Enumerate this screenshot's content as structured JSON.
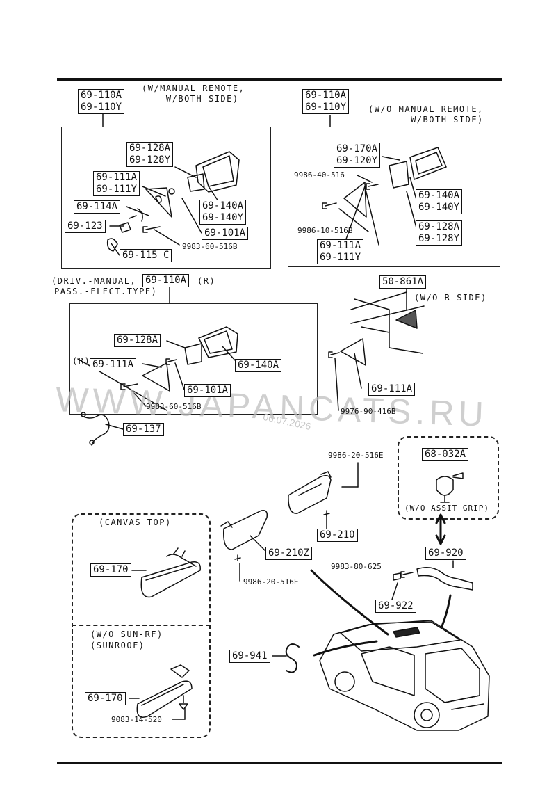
{
  "watermark": {
    "text": "WWW.JAPANCATS.RU",
    "date": "06.07.2026"
  },
  "sections": {
    "manual_remote": {
      "parts": [
        "69-110A",
        "69-110Y"
      ],
      "note": "(W/MANUAL REMOTE,\n    W/BOTH SIDE)",
      "callouts": {
        "c128": [
          "69-128A",
          "69-128Y"
        ],
        "c111": [
          "69-111A",
          "69-111Y"
        ],
        "c114": "69-114A",
        "c123": "69-123",
        "c140": [
          "69-140A",
          "69-140Y"
        ],
        "c101": "69-101A",
        "c115": "69-115 C",
        "screw": "9983-60-516B"
      }
    },
    "wo_manual_remote": {
      "parts": [
        "69-110A",
        "69-110Y"
      ],
      "note": "(W/O MANUAL REMOTE,\n       W/BOTH SIDE)",
      "callouts": {
        "c170": [
          "69-170A",
          "69-120Y"
        ],
        "screw1": "9986-40-516",
        "c140": [
          "69-140A",
          "69-140Y"
        ],
        "screw2": "9986-10-516B",
        "c128": [
          "69-128A",
          "69-128Y"
        ],
        "c111": [
          "69-111A",
          "69-111Y"
        ]
      }
    },
    "driv_manual": {
      "note_left": "(DRIV.-MANUAL,",
      "part": "69-110A",
      "note_right": "(R)",
      "note2": "PASS.-ELECT.TYPE)",
      "callouts": {
        "c128": "69-128A",
        "r_label": "(R)",
        "c111": "69-111A",
        "c140": "69-140A",
        "c101": "69-101A",
        "screw": "9983-60-516B",
        "c137": "69-137"
      }
    },
    "wo_r_side": {
      "part": "50-861A",
      "note": "(W/O R SIDE)",
      "c111": "69-111A",
      "screw": "9976-90-416B"
    },
    "assist_grip": {
      "part": "68-032A",
      "note": "(W/O ASSIT GRIP)"
    },
    "visor": {
      "screw_top": "9986-20-516E",
      "c210": "69-210",
      "c210z": "69-210Z",
      "screw_left": "9986-20-516E"
    },
    "grip": {
      "c920": "69-920",
      "screw": "9983-80-625",
      "c922": "69-922"
    },
    "inner_mirror": {
      "canvas_top": "(CANVAS TOP)",
      "c170a": "69-170",
      "sunroof_1": "(W/O SUN-RF)",
      "sunroof_2": "(SUNROOF)",
      "c170b": "69-170",
      "screw": "9083-14-520"
    },
    "hook": {
      "c941": "69-941"
    }
  }
}
